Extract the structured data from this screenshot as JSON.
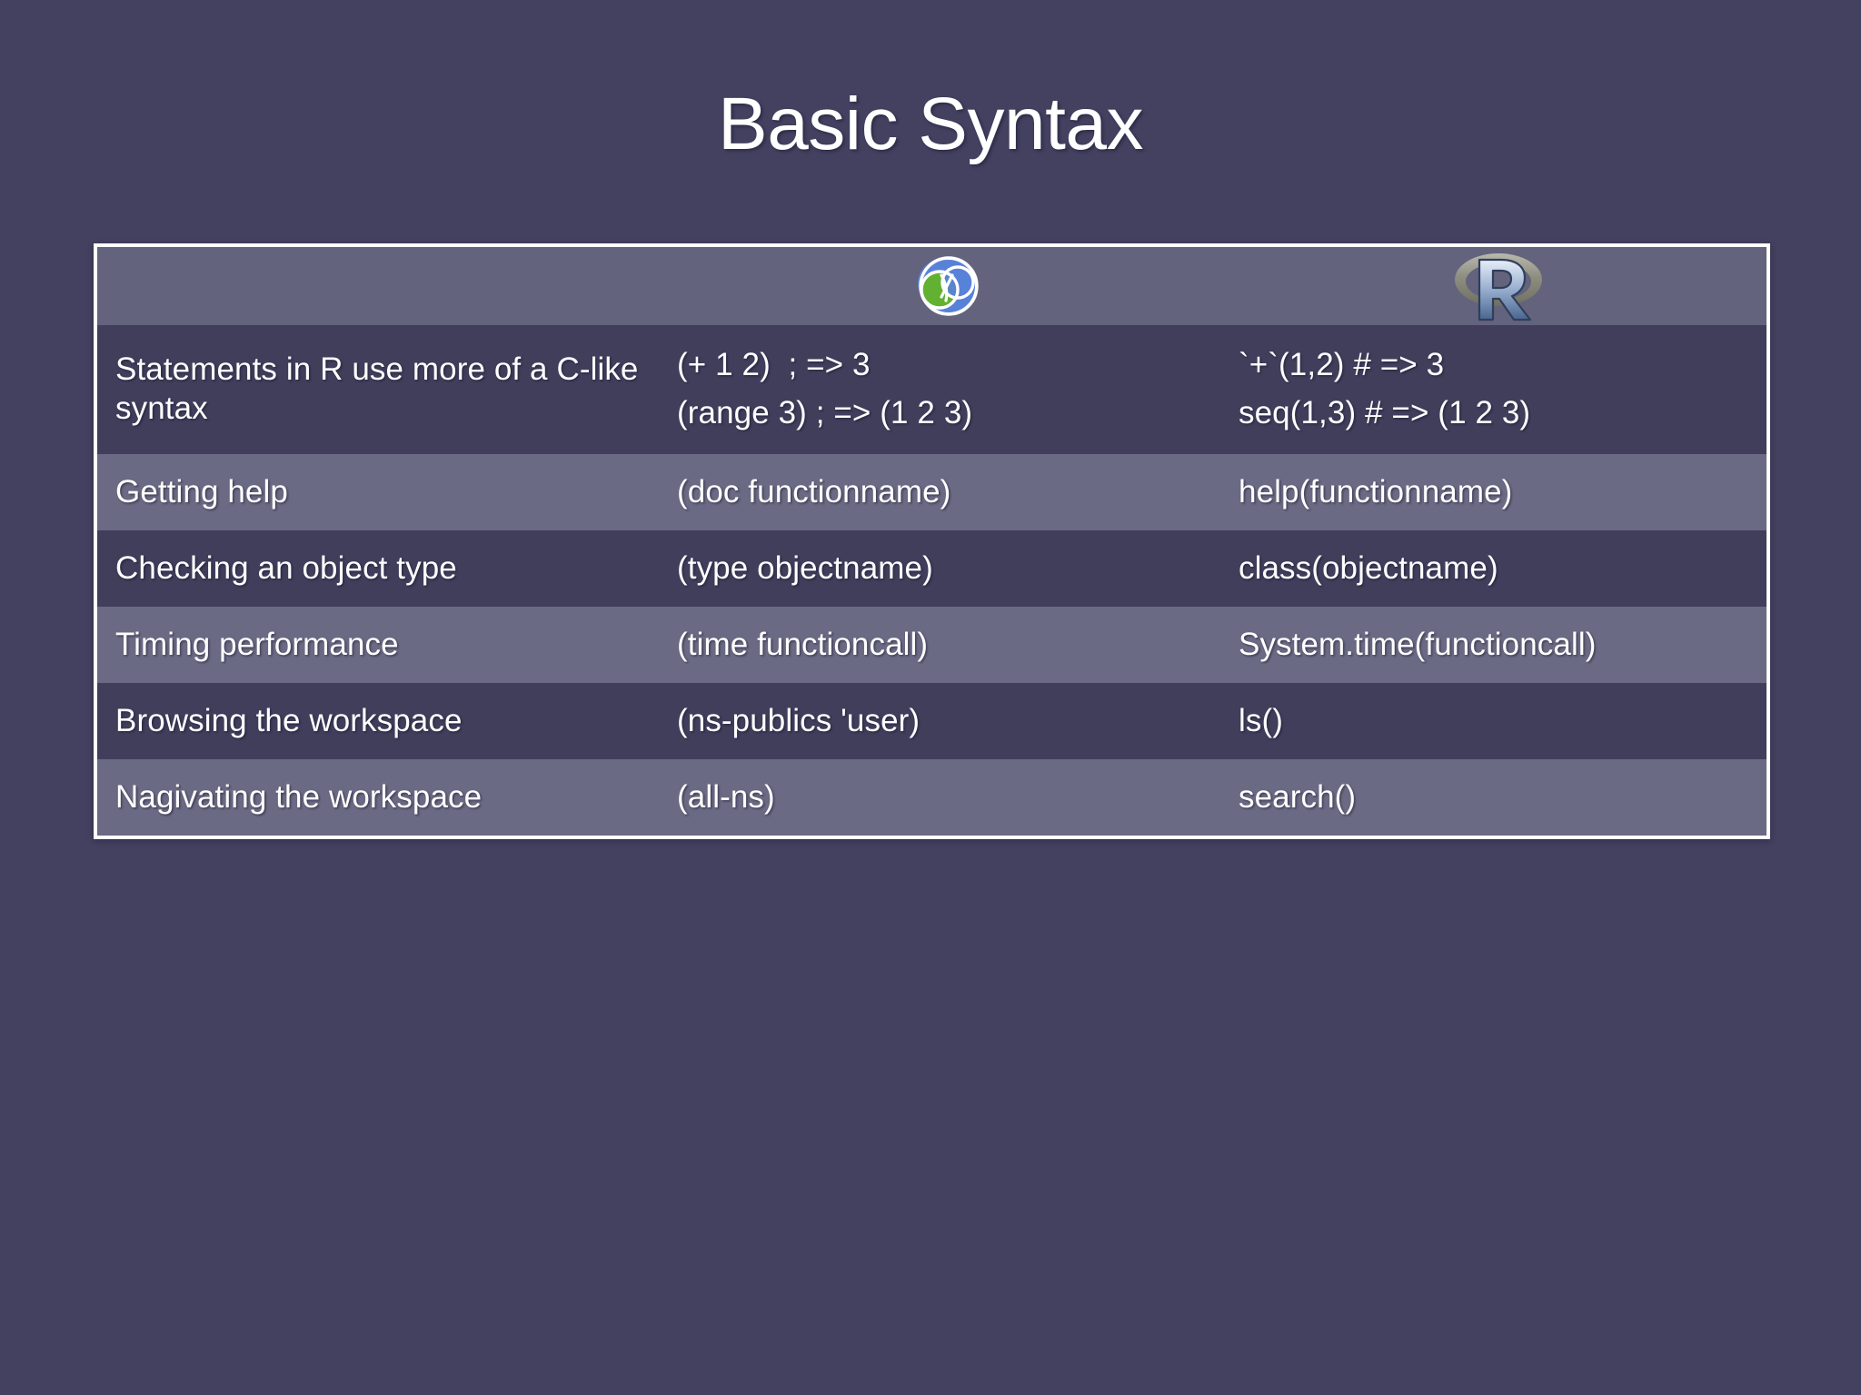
{
  "slide": {
    "title": "Basic Syntax",
    "background_color": "#434060"
  },
  "table": {
    "border_color": "#ffffff",
    "header_bg": "#64637d",
    "row_dark_bg": "#413e5c",
    "row_light_bg": "#6a6a84",
    "text_color": "#ffffff",
    "columns": [
      {
        "key": "topic",
        "header_label": "",
        "header_icon": ""
      },
      {
        "key": "clojure",
        "header_label": "",
        "header_icon": "clojure-logo-icon"
      },
      {
        "key": "r",
        "header_label": "",
        "header_icon": "r-logo-icon"
      }
    ],
    "rows": [
      {
        "topic": "Statements in R use more of a C-like syntax",
        "clojure_lines": [
          "(+ 1 2)  ; => 3",
          "(range 3) ; => (1 2 3)"
        ],
        "r_lines": [
          "`+`(1,2) # => 3",
          "seq(1,3) # => (1 2 3)"
        ],
        "shade": "dark"
      },
      {
        "topic": "Getting help",
        "clojure_lines": [
          "(doc functionname)"
        ],
        "r_lines": [
          "help(functionname)"
        ],
        "shade": "light"
      },
      {
        "topic": "Checking an object type",
        "clojure_lines": [
          "(type objectname)"
        ],
        "r_lines": [
          "class(objectname)"
        ],
        "shade": "dark"
      },
      {
        "topic": "Timing performance",
        "clojure_lines": [
          "(time functioncall)"
        ],
        "r_lines": [
          "System.time(functioncall)"
        ],
        "shade": "light"
      },
      {
        "topic": "Browsing the workspace",
        "clojure_lines": [
          "(ns-publics 'user)"
        ],
        "r_lines": [
          "ls()"
        ],
        "shade": "dark"
      },
      {
        "topic": "Nagivating the workspace",
        "clojure_lines": [
          "(all-ns)"
        ],
        "r_lines": [
          "search()"
        ],
        "shade": "light"
      }
    ]
  }
}
